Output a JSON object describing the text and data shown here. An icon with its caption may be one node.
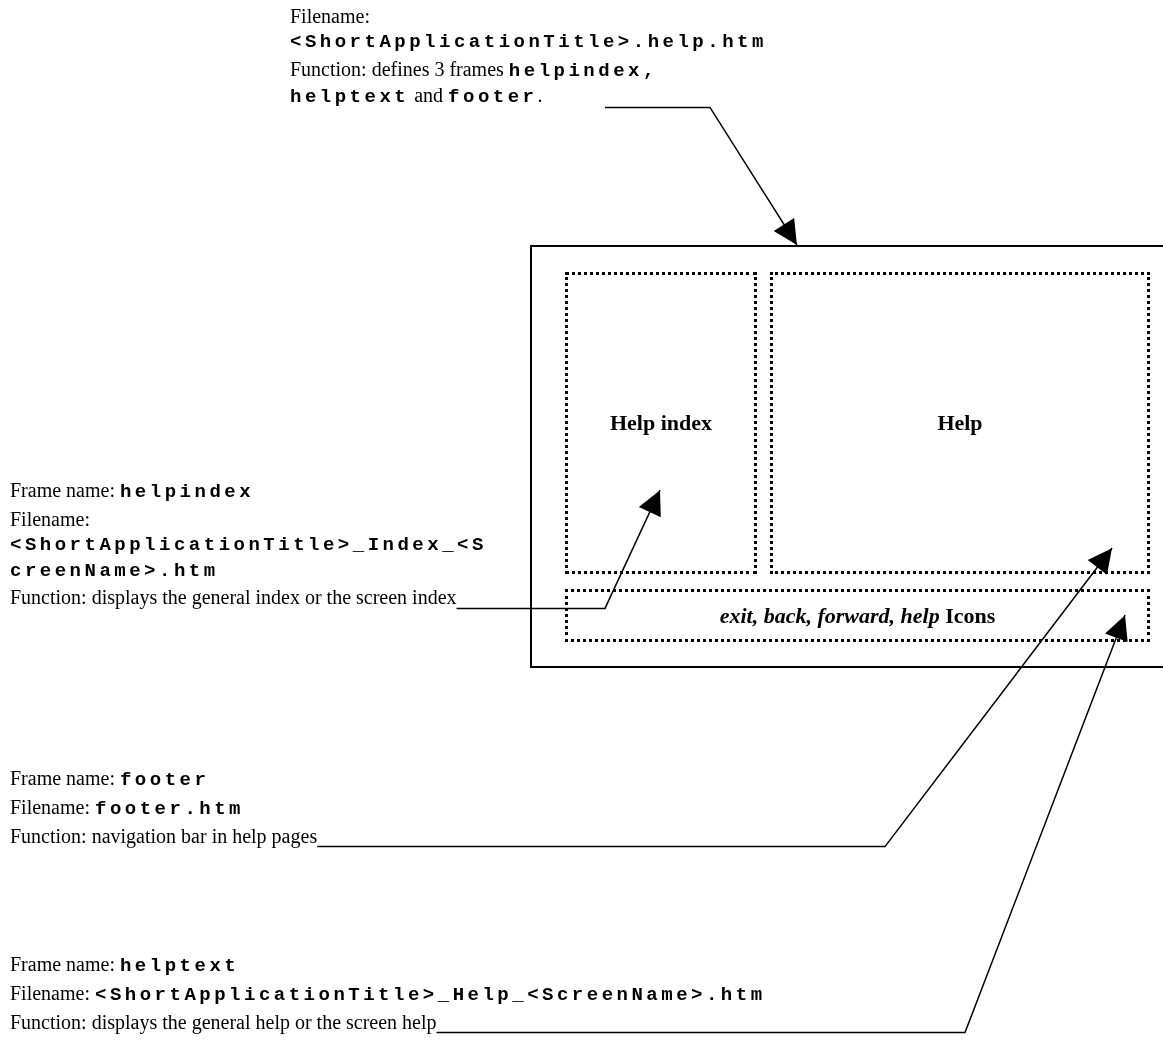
{
  "diagram": {
    "nodes": [
      {
        "text": [
          "Filename: **<ShortApplicationTitle>.help.htm**",
          "Function: defines 3 frames **helpindex,** **helptext** and **footer**."
        ]
      },
      {
        "text": [],
        "shape": "box"
      },
      {
        "text": [
          "Help index"
        ],
        "in": 1
      },
      {
        "text": [
          "Help"
        ],
        "in": 1
      },
      {
        "text": [
          "*exit, back, forward, help* Icons"
        ],
        "in": 1
      },
      {
        "text": [
          "Frame name: **helpindex**",
          "Filename: **<ShortApplicationTitle>_Index_<ScreenName>.htm**",
          "Function: displays the general index or the screen index"
        ]
      },
      {
        "text": [
          "Frame name: **footer**",
          "Filename: **footer.htm**",
          "Function: navigation bar in help pages"
        ]
      },
      {
        "text": [
          "Frame name: **helptext**",
          "Filename: **<ShortApplicationTitle>_Help_<ScreenName>.htm**",
          "Function: displays the general help or the screen help"
        ]
      }
    ],
    "edges": [
      {
        "from": 0,
        "to": 1,
        "arrow": "to"
      },
      {
        "from": 5,
        "to": 2,
        "arrow": "to"
      },
      {
        "from": 6,
        "to": 3,
        "arrow": "to"
      },
      {
        "from": 7,
        "to": 4,
        "arrow": "to"
      }
    ]
  }
}
